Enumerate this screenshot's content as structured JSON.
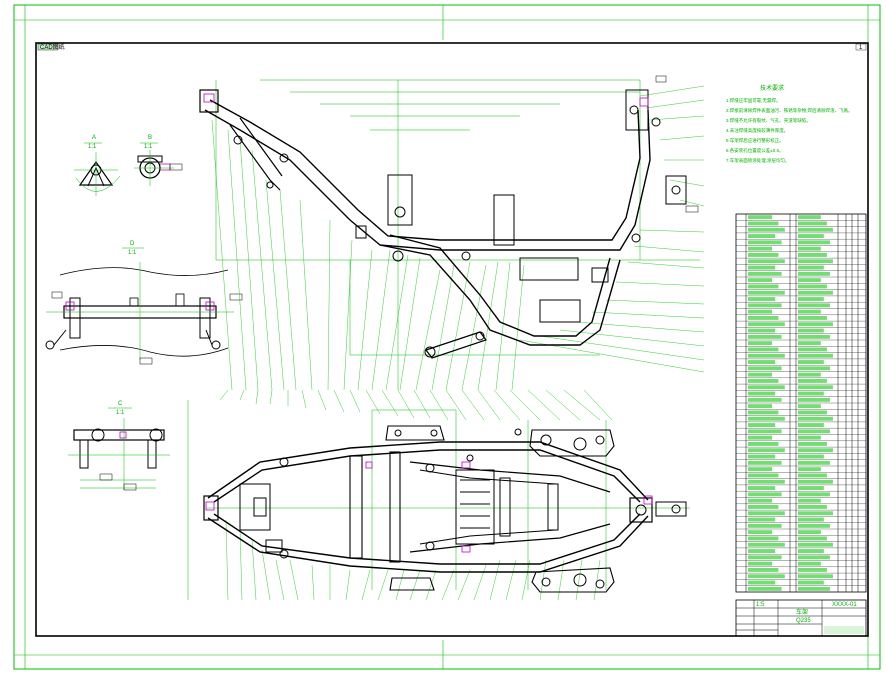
{
  "sheet": {
    "corner_tag": "CAD图纸",
    "page_mark": "1"
  },
  "views": {
    "section_a": {
      "letter": "A",
      "scale": "1:1"
    },
    "section_b": {
      "letter": "B",
      "scale": "1:1"
    },
    "view_d": {
      "letter": "D",
      "scale": "1:1"
    },
    "view_c": {
      "letter": "C",
      "scale": "1:1"
    }
  },
  "tech_notes": {
    "title": "技术要求",
    "lines": [
      "1.焊缝应牢固可靠,无漏焊。",
      "2.焊接前清除焊件表面油污、铁锈等杂物,焊后清除焊渣、飞溅。",
      "3.焊缝不允许有裂纹、气孔、夹渣等缺陷。",
      "4.未注焊缝高度按较薄件厚度。",
      "5.车架焊后应进行整形校正。",
      "6.各安装孔位置度公差±0.5。",
      "7.车架表面喷涂处理,涂层均匀。"
    ]
  },
  "title_block": {
    "title": "车架",
    "drawing_no": "XXXX-01",
    "material": "Q235",
    "scale": "1:5"
  },
  "bom": {
    "rows": 60
  },
  "colors": {
    "outline": "#000000",
    "annotation": "#00c000",
    "highlight": "#c000c0",
    "paper": "#ffffff"
  }
}
